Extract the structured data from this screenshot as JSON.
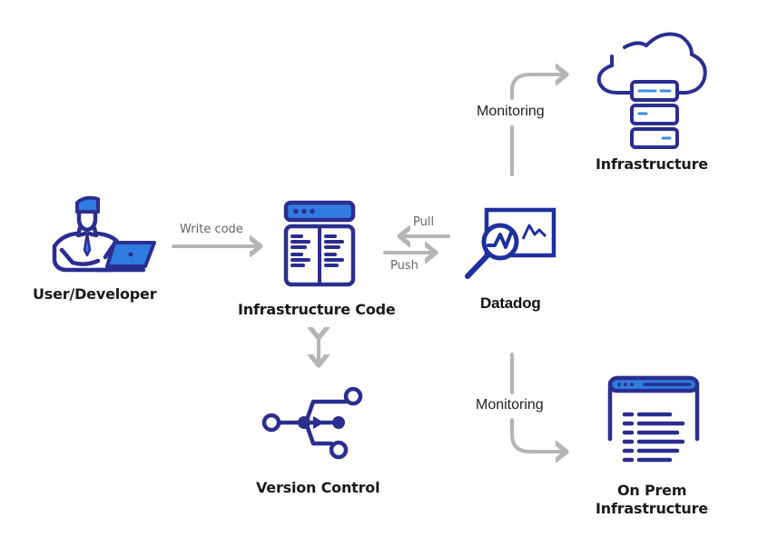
{
  "colors": {
    "navy": "#2b2e8f",
    "blue": "#2f7de1",
    "light_blue": "#3a8fe0",
    "arrow_gray": "#b5b5b5",
    "label_text": "#1a1a1a",
    "edge_text": "#666666"
  },
  "nodes": {
    "user": {
      "label": "User/Developer",
      "icon": "developer-icon"
    },
    "infra_code": {
      "label": "Infrastructure Code",
      "icon": "code-window-icon"
    },
    "datadog": {
      "label": "Datadog",
      "icon": "monitoring-magnifier-icon"
    },
    "cloud_infra": {
      "label": "Infrastructure",
      "icon": "cloud-server-icon"
    },
    "onprem_infra": {
      "label_line1": "On Prem",
      "label_line2": "Infrastructure",
      "icon": "browser-list-icon"
    },
    "version_control": {
      "label": "Version Control",
      "icon": "git-branch-icon"
    }
  },
  "edges": {
    "write_code": "Write code",
    "pull": "Pull",
    "push": "Push",
    "monitoring_top": "Monitoring",
    "monitoring_bottom": "Monitoring"
  }
}
